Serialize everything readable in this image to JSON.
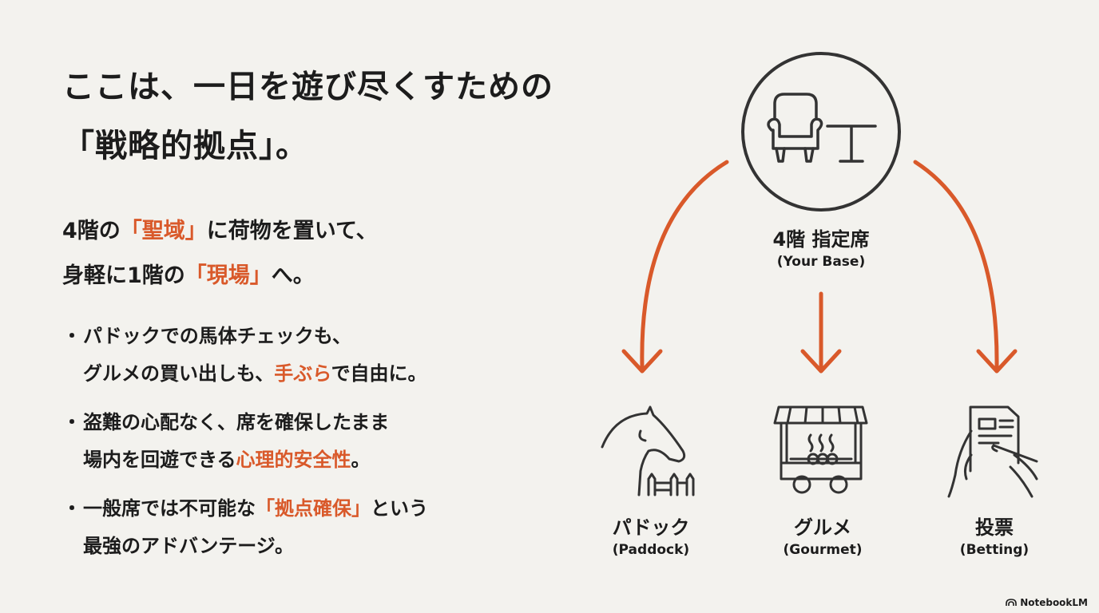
{
  "title": {
    "lines": [
      "ここは、一日を遊び尽くすための",
      "「戦略的拠点」。"
    ]
  },
  "lead": [
    [
      {
        "t": "4階の"
      },
      {
        "t": "「聖域」",
        "hl": true
      },
      {
        "t": "に荷物を置いて、"
      }
    ],
    [
      {
        "t": "身軽に1階の"
      },
      {
        "t": "「現場」",
        "hl": true
      },
      {
        "t": "へ。"
      }
    ]
  ],
  "bullets": [
    {
      "dot": "・",
      "lines": [
        [
          {
            "t": "パドックでの馬体チェックも、"
          }
        ],
        [
          {
            "t": "グルメの買い出しも、"
          },
          {
            "t": "手ぶら",
            "hl": true
          },
          {
            "t": "で自由に。"
          }
        ]
      ]
    },
    {
      "dot": "・",
      "lines": [
        [
          {
            "t": "盗難の心配なく、席を確保したまま"
          }
        ],
        [
          {
            "t": "場内を回遊できる"
          },
          {
            "t": "心理的安全性",
            "hl": true
          },
          {
            "t": "。"
          }
        ]
      ]
    },
    {
      "dot": "・",
      "lines": [
        [
          {
            "t": "一般席では不可能な"
          },
          {
            "t": "「拠点確保」",
            "hl": true
          },
          {
            "t": "という"
          }
        ],
        [
          {
            "t": "最強のアドバンテージ。"
          }
        ]
      ]
    }
  ],
  "diagram": {
    "base": {
      "label": "4階 指定席",
      "sub": "(Your Base)",
      "icon": "armchair-table-icon"
    },
    "targets": [
      {
        "label": "パドック",
        "sub": "(Paddock)",
        "icon": "horse-fence-icon"
      },
      {
        "label": "グルメ",
        "sub": "(Gourmet)",
        "icon": "food-cart-icon"
      },
      {
        "label": "投票",
        "sub": "(Betting)",
        "icon": "betting-slip-icon"
      }
    ]
  },
  "brand": "NotebookLM",
  "colors": {
    "accent": "#d9592a",
    "text": "#1c1c1c",
    "background": "#f3f2ee"
  }
}
